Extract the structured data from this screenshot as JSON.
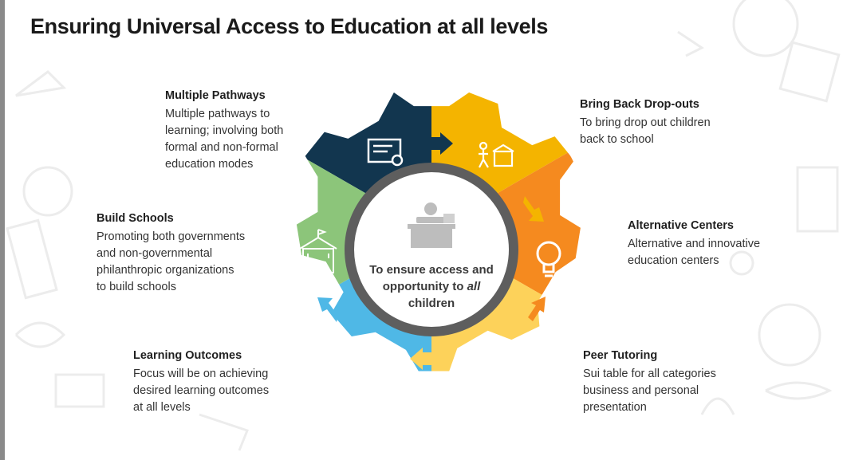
{
  "title": "Ensuring Universal Access to Education at all levels",
  "center": {
    "line1": "To ensure access and",
    "line2": "opportunity to",
    "line2_em": "all",
    "line3": "children"
  },
  "segments": [
    {
      "id": "multiple-pathways",
      "heading": "Multiple Pathways",
      "lines": [
        "Multiple pathways to",
        "learning; involving both",
        "formal and non-formal",
        "education modes"
      ],
      "color": "#12364f",
      "icon": "certificate-icon"
    },
    {
      "id": "bring-back-dropouts",
      "heading": "Bring Back Drop-outs",
      "lines": [
        "To bring drop out children",
        "back to school"
      ],
      "color": "#f4b400",
      "icon": "walking-to-school-icon"
    },
    {
      "id": "alternative-centers",
      "heading": "Alternative Centers",
      "lines": [
        "Alternative and innovative",
        "education centers"
      ],
      "color": "#f58a1f",
      "icon": "lightbulb-icon"
    },
    {
      "id": "peer-tutoring",
      "heading": "Peer Tutoring",
      "lines": [
        "Sui table for all categories",
        "business and personal",
        "presentation"
      ],
      "color": "#fdd25a",
      "icon": "people-group-icon"
    },
    {
      "id": "learning-outcomes",
      "heading": "Learning Outcomes",
      "lines": [
        "Focus will be on achieving",
        "desired learning outcomes",
        "at all levels"
      ],
      "color": "#4fb8e6",
      "icon": "pencil-icon"
    },
    {
      "id": "build-schools",
      "heading": "Build Schools",
      "lines": [
        "Promoting both governments",
        "and non-governmental",
        "philanthropic organizations",
        "to build schools"
      ],
      "color": "#8cc57a",
      "icon": "school-building-icon"
    }
  ],
  "hub": {
    "ring_color": "#5e5e5e",
    "icon": "teacher-desk-icon"
  }
}
